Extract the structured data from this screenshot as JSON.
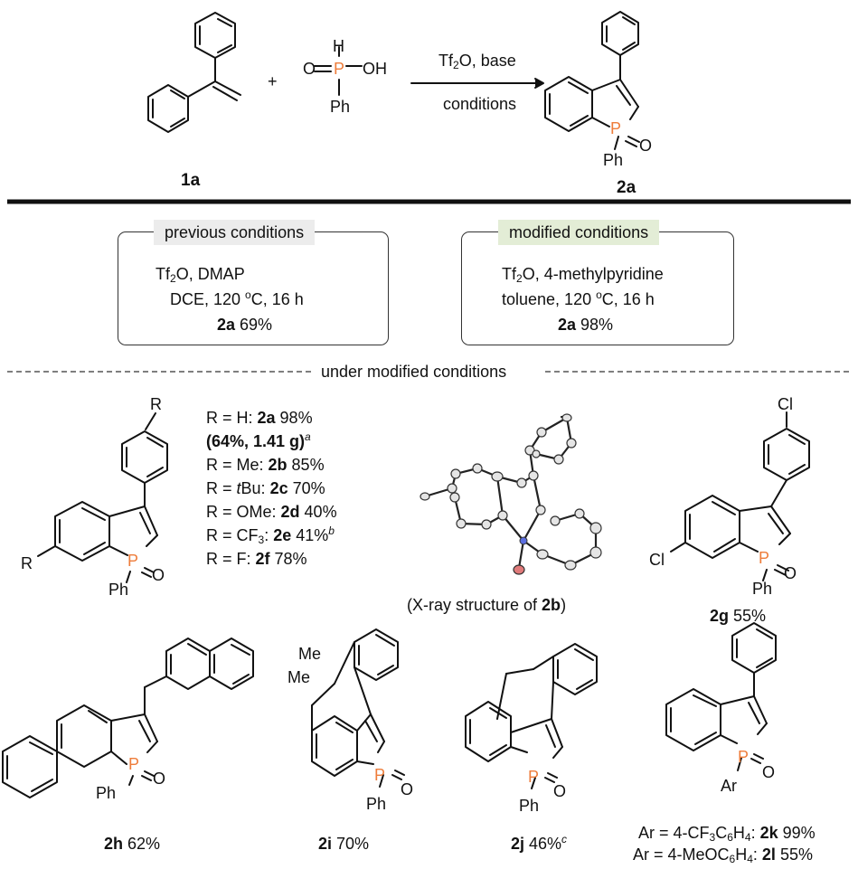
{
  "reaction": {
    "reagent_top": "Tf",
    "reagent_top_rest": "O, base",
    "reagent_sub": "2",
    "reagent_bottom": "conditions",
    "plus": "+",
    "sm1_label": "1a",
    "sm2_atoms": {
      "H": "H",
      "O1": "O",
      "P": "P",
      "OH": "OH",
      "Ph": "Ph"
    },
    "product_label": "2a",
    "product_atoms": {
      "P": "P",
      "O": "O",
      "Ph": "Ph"
    }
  },
  "previous": {
    "header": "previous conditions",
    "line1_a": "Tf",
    "line1_sub": "2",
    "line1_b": "O, DMAP",
    "line2_a": "DCE, 120 ",
    "line2_sup": "o",
    "line2_b": "C, 16 h",
    "yield_cmpd": "2a",
    "yield_val": " 69%"
  },
  "modified": {
    "header": "modified conditions",
    "line1_a": "Tf",
    "line1_sub": "2",
    "line1_b": "O, 4-methylpyridine",
    "line2_a": "toluene, 120 ",
    "line2_sup": "o",
    "line2_b": "C, 16 h",
    "yield_cmpd": "2a",
    "yield_val": " 98%"
  },
  "divider_label": "under modified conditions",
  "scope": {
    "general_atoms": {
      "R_top": "R",
      "R_left": "R",
      "P": "P",
      "O": "O",
      "Ph": "Ph"
    },
    "r_list": [
      {
        "a": "R = H: ",
        "cmpd": "2a",
        "b": " 98%",
        "sup": ""
      },
      {
        "a": "(64%, 1.41 g)",
        "cmpd": "",
        "b": "",
        "sup": "a"
      },
      {
        "a": "R = Me: ",
        "cmpd": "2b",
        "b": " 85%",
        "sup": ""
      },
      {
        "a": "R = ",
        "ital": "t",
        "a2": "Bu: ",
        "cmpd": "2c",
        "b": " 70%",
        "sup": ""
      },
      {
        "a": "R = OMe: ",
        "cmpd": "2d",
        "b": " 40%",
        "sup": ""
      },
      {
        "a": "R = CF",
        "sub": "3",
        "a2": ": ",
        "cmpd": "2e",
        "b": " 41%",
        "sup": "b"
      },
      {
        "a": "R = F: ",
        "cmpd": "2f",
        "b": " 78%",
        "sup": ""
      }
    ],
    "xray_caption_a": "(X-ray structure of ",
    "xray_caption_cmpd": "2b",
    "xray_caption_b": ")",
    "c2g": {
      "cl_top": "Cl",
      "cl_left": "Cl",
      "P": "P",
      "O": "O",
      "Ph": "Ph",
      "label": "2g",
      "yield": " 55%"
    },
    "c2h": {
      "P": "P",
      "O": "O",
      "Ph": "Ph",
      "label": "2h",
      "yield": " 62%"
    },
    "c2i": {
      "me1": "Me",
      "me2": "Me",
      "P": "P",
      "O": "O",
      "Ph": "Ph",
      "label": "2i",
      "yield": " 70%"
    },
    "c2j": {
      "P": "P",
      "O": "O",
      "Ph": "Ph",
      "label": "2j",
      "yield": " 46%",
      "sup": "c"
    },
    "c2kl": {
      "P": "P",
      "O": "O",
      "Ar": "Ar",
      "line1_a": "Ar = 4-CF",
      "line1_sub1": "3",
      "line1_b": "C",
      "line1_sub2": "6",
      "line1_c": "H",
      "line1_sub3": "4",
      "line1_d": ": ",
      "line1_cmpd": "2k",
      "line1_val": " 99%",
      "line2_a": "Ar = 4-MeOC",
      "line2_sub1": "6",
      "line2_b": "H",
      "line2_sub2": "4",
      "line2_c": ": ",
      "line2_cmpd": "2l",
      "line2_val": " 55%"
    }
  },
  "colors": {
    "phosphorus": "#ee7d3b",
    "prev_header_bg": "#ececec",
    "mod_header_bg": "#e3edd6",
    "ink": "#111111"
  }
}
